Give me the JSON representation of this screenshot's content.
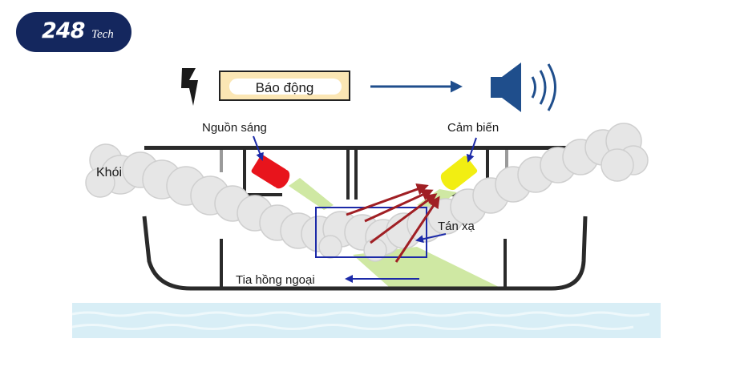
{
  "brand": {
    "logo_main": "248",
    "logo_sub": "Tech"
  },
  "diagram": {
    "alarm": "Báo động",
    "light_source": "Nguồn sáng",
    "sensor": "Cảm biến",
    "smoke": "Khói",
    "scatter": "Tán xạ",
    "infrared_ray": "Tia hồng ngoại"
  },
  "colors": {
    "logo_bg": "#14275e",
    "alarm_fill": "#fbe6b4",
    "emitter_red": "#e8141c",
    "sensor_yellow": "#f2ee12",
    "beam_green": "#cfe8a3",
    "scatter_arrow": "#a01f24",
    "label_arrow": "#1c2aa8",
    "speaker": "#1f4e8c"
  }
}
